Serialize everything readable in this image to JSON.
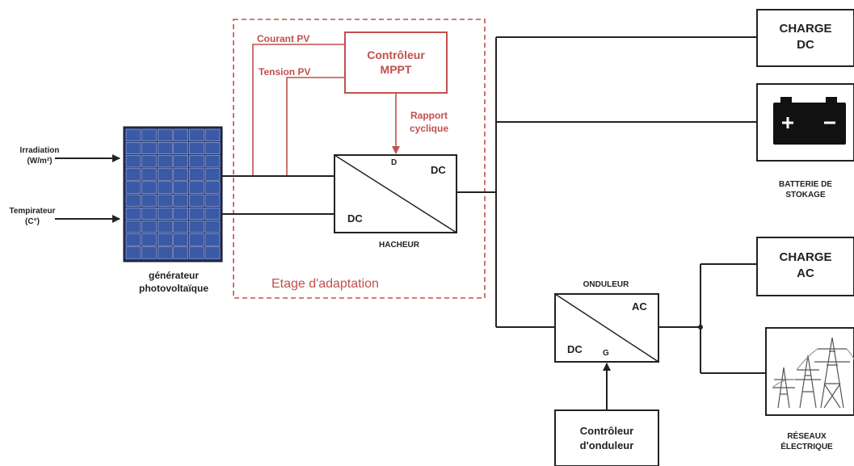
{
  "inputs": {
    "irradiation": "Irradiation",
    "irradiation_unit": "(W/m²)",
    "temperature": "Tempirateur",
    "temperature_unit": "(C°)"
  },
  "pv_generator": {
    "label_line1": "générateur",
    "label_line2": "photovoltaïque"
  },
  "adaptation_stage": {
    "label": "Etage d'adaptation",
    "courant_pv": "Courant PV",
    "tension_pv": "Tension PV",
    "mppt_line1": "Contrôleur",
    "mppt_line2": "MPPT",
    "rapport_line1": "Rapport",
    "rapport_line2": "cyclique"
  },
  "hacheur": {
    "label": "HACHEUR",
    "input": "DC",
    "output": "DC",
    "control": "D"
  },
  "charge_dc": {
    "line1": "CHARGE",
    "line2": "DC"
  },
  "batterie": {
    "line1": "BATTERIE DE",
    "line2": "STOKAGE"
  },
  "onduleur": {
    "label": "ONDULEUR",
    "input": "DC",
    "output": "AC",
    "control": "G"
  },
  "charge_ac": {
    "line1": "CHARGE",
    "line2": "AC"
  },
  "reseau": {
    "line1": "RÉSEAUX",
    "line2": "ÉLECTRIQUE"
  },
  "controleur_onduleur": {
    "line1": "Contrôleur",
    "line2": "d'onduleur"
  },
  "colors": {
    "stage": "#c0504d",
    "line": "#222222",
    "panel": "#1f2f66",
    "panel_cell": "#3a5aa8"
  }
}
